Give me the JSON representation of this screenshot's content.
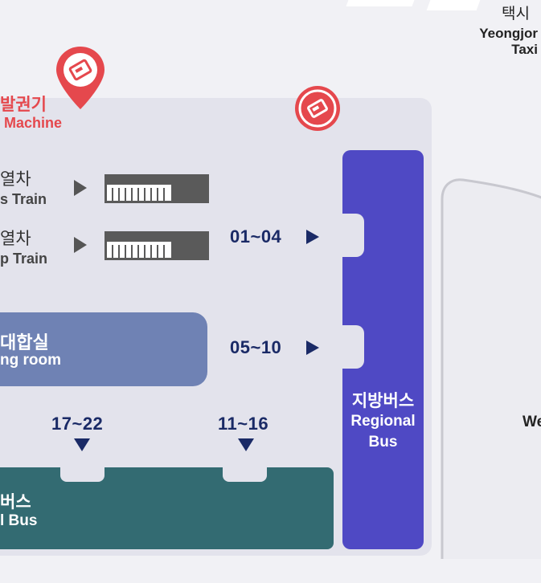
{
  "taxi": {
    "ko": "택시",
    "en_line1": "Yeongjor",
    "en_line2": "Taxi"
  },
  "ticket_machine": {
    "ko": "발권기",
    "en": "Machine",
    "pin_icon": "ticket-pin-icon",
    "circle_icon": "ticket-circle-icon"
  },
  "trains": [
    {
      "ko": "열차",
      "en": "s Train"
    },
    {
      "ko": "열차",
      "en": "p Train"
    }
  ],
  "gates": {
    "g1": "01~04",
    "g2": "05~10",
    "g3": "17~22",
    "g4": "11~16"
  },
  "waiting_room": {
    "ko": "대합실",
    "en": "ng room"
  },
  "regional_bus": {
    "ko": "지방버스",
    "en": "Regional Bus"
  },
  "city_bus": {
    "ko": "버스",
    "en": "l Bus"
  },
  "building_label": "We",
  "colors": {
    "hall": "#e3e3ec",
    "regional_bus": "#4f49c4",
    "city_bus": "#336b72",
    "waiting_room": "#6f82b4",
    "accent_red": "#e5484d",
    "gate_text": "#1a2a66"
  }
}
